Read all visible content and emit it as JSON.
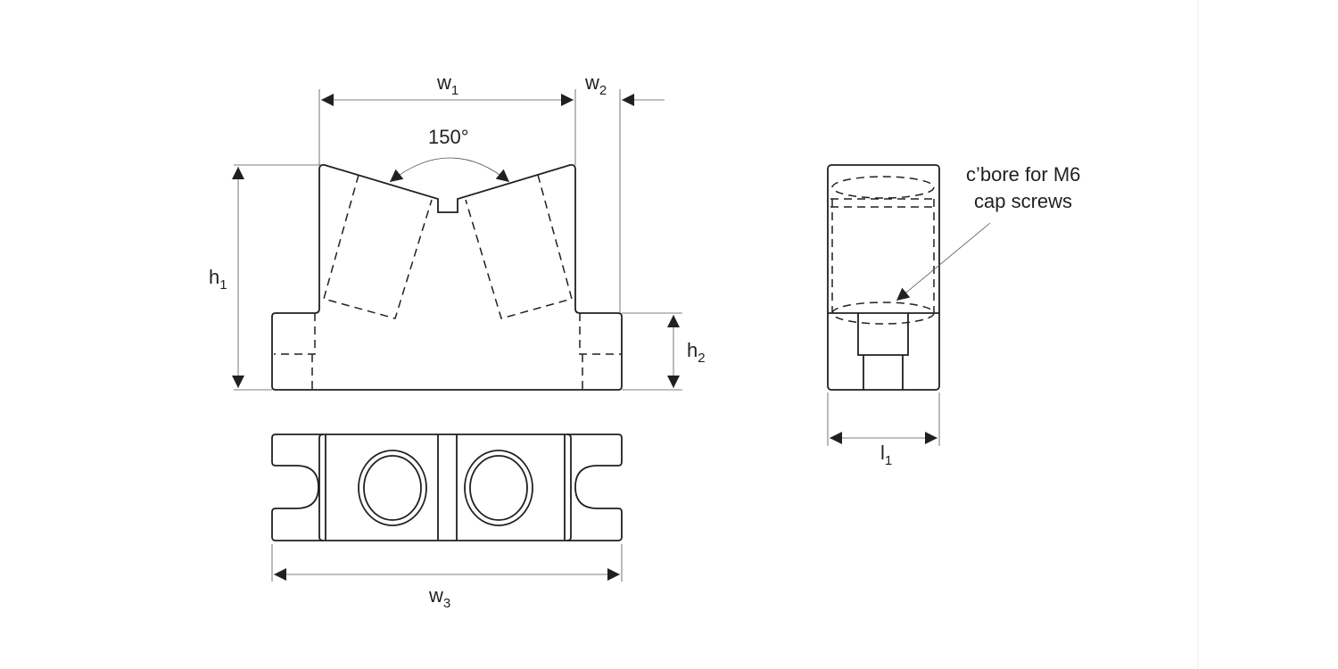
{
  "dimensions": {
    "w1": {
      "base": "w",
      "sub": "1"
    },
    "w2": {
      "base": "w",
      "sub": "2"
    },
    "w3": {
      "base": "w",
      "sub": "3"
    },
    "h1": {
      "base": "h",
      "sub": "1"
    },
    "h2": {
      "base": "h",
      "sub": "2"
    },
    "l1": {
      "base": "l",
      "sub": "1"
    },
    "angle": "150°"
  },
  "note": {
    "line1": "c’bore for M6",
    "line2": "cap screws"
  }
}
